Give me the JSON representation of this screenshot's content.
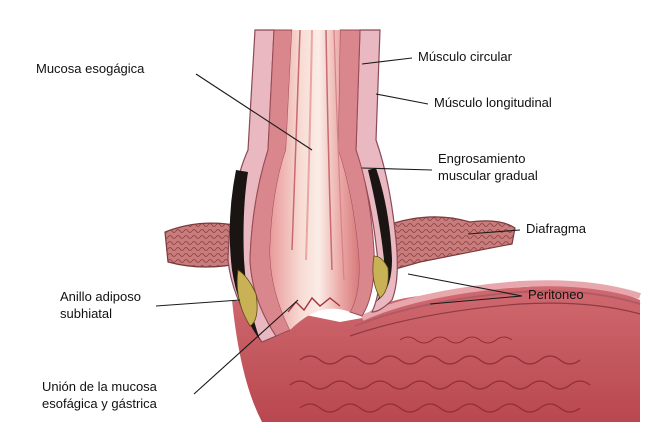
{
  "diagram": {
    "labels": {
      "mucosa_esogagica": "Mucosa esogágica",
      "musculo_circular": "Músculo circular",
      "musculo_longitudinal": "Músculo longitudinal",
      "engrosamiento_1": "Engrosamiento",
      "engrosamiento_2": "muscular gradual",
      "diafragma": "Diafragma",
      "peritoneo": "Peritoneo",
      "anillo_1": "Anillo adiposo",
      "anillo_2": "subhiatal",
      "union_1": "Unión de la mucosa",
      "union_2": "esofágica y gástrica"
    },
    "colors": {
      "mucosa": "#c9585c",
      "mucosa_light": "#f3c9c3",
      "muscle": "#d98c8f",
      "wall_outer": "#b7838f",
      "fat": "#1a1412",
      "fat_yellow": "#c8b255",
      "diaphragm": "#b7676a",
      "leader": "#1a1a1a"
    }
  }
}
